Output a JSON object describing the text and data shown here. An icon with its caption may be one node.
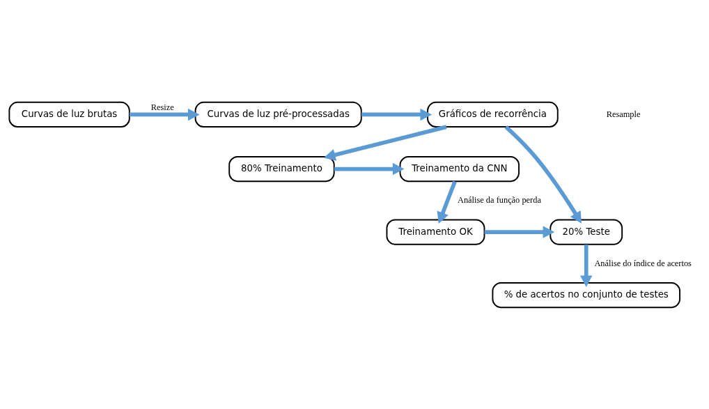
{
  "diagram": {
    "nodes": [
      {
        "text": [
          "Curvas de luz brutas"
        ]
      },
      {
        "text": [
          "Curvas de luz pré-processadas"
        ]
      },
      {
        "text": [
          "Gráficos de recorrência"
        ]
      },
      {
        "text": [
          "Treinamento da CNN"
        ]
      },
      {
        "text": [
          "80% Treinamento"
        ]
      },
      {
        "text": [
          "Treinamento OK"
        ]
      },
      {
        "text": [
          "20% Teste"
        ]
      },
      {
        "text": [
          "% de acertos no conjunto de testes"
        ]
      }
    ],
    "edges": [
      {
        "from": 0,
        "to": 1,
        "arrow": "to",
        "label": "Resize"
      },
      {
        "from": 1,
        "to": 2,
        "arrow": "to"
      },
      {
        "from": 2,
        "to": 4,
        "arrow": "to"
      },
      {
        "from": 2,
        "to": 6,
        "arrow": "to"
      },
      {
        "from": 4,
        "to": 3,
        "arrow": "to"
      },
      {
        "from": 3,
        "to": 5,
        "arrow": "to",
        "label": "Análise da função perda"
      },
      {
        "from": 5,
        "to": 6,
        "arrow": "to"
      },
      {
        "from": 6,
        "to": 7,
        "arrow": "to",
        "label": "Análise do índice de acertos"
      }
    ],
    "labels": [
      "Resample"
    ]
  }
}
